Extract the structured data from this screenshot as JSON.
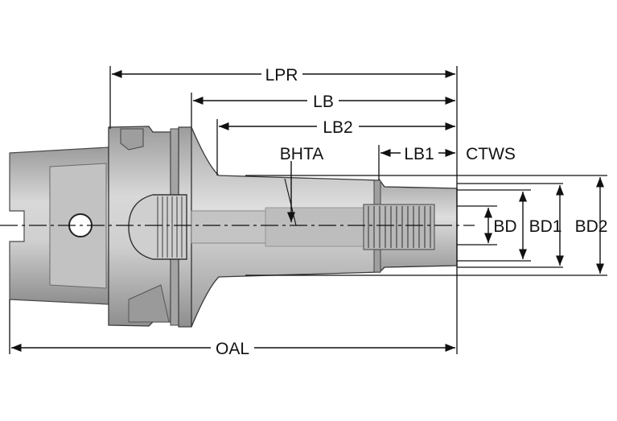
{
  "labels": {
    "lpr": "LPR",
    "lb": "LB",
    "lb2": "LB2",
    "lb1": "LB1",
    "bhta": "BHTA",
    "ctws": "CTWS",
    "bd": "BD",
    "bd1": "BD1",
    "bd2": "BD2",
    "oal": "OAL"
  },
  "colors": {
    "line": "#111111",
    "body_light": "#d4d4d4",
    "body_mid": "#b4b4b4",
    "body_dark": "#8a8a8a",
    "outline": "#3a3a3a"
  }
}
